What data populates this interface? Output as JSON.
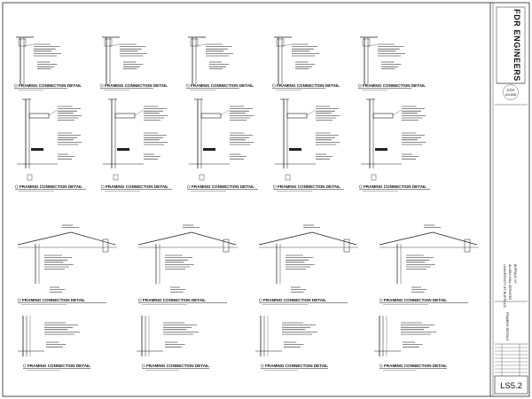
{
  "detail_title": "FRAMING CONNECTION DETAIL",
  "firm": {
    "name": "FDR ENGINEERS"
  },
  "coa": {
    "label": "COA",
    "number": "#11608"
  },
  "project": {
    "line1": "UNIVERSITY AT BUFFALO",
    "line2": "ALUMNI HALL SERVICES",
    "line3": "BUFFALO, NY"
  },
  "sheet": {
    "title": "FRAMING DETAILS",
    "number": "LS5.2"
  }
}
